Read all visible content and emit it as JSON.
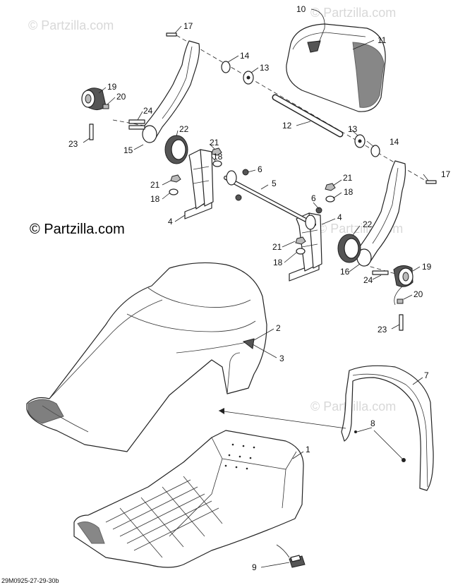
{
  "watermark": {
    "main": "© Partzilla.com",
    "faint": "© Partzilla.com"
  },
  "diagram_code": "29M0925-27-29-30b",
  "callouts": {
    "c1": "1",
    "c2": "2",
    "c3": "3",
    "c4a": "4",
    "c4b": "4",
    "c5": "5",
    "c6a": "6",
    "c6b": "6",
    "c7": "7",
    "c8": "8",
    "c9": "9",
    "c10": "10",
    "c11": "11",
    "c12": "12",
    "c13a": "13",
    "c13b": "13",
    "c14a": "14",
    "c14b": "14",
    "c15": "15",
    "c16": "16",
    "c17a": "17",
    "c17b": "17",
    "c18a": "18",
    "c18b": "18",
    "c18c": "18",
    "c18d": "18",
    "c19a": "19",
    "c19b": "19",
    "c20a": "20",
    "c20b": "20",
    "c21a": "21",
    "c21b": "21",
    "c21c": "21",
    "c21d": "21",
    "c22a": "22",
    "c22b": "22",
    "c23a": "23",
    "c23b": "23",
    "c24a": "24",
    "c24b": "24"
  }
}
